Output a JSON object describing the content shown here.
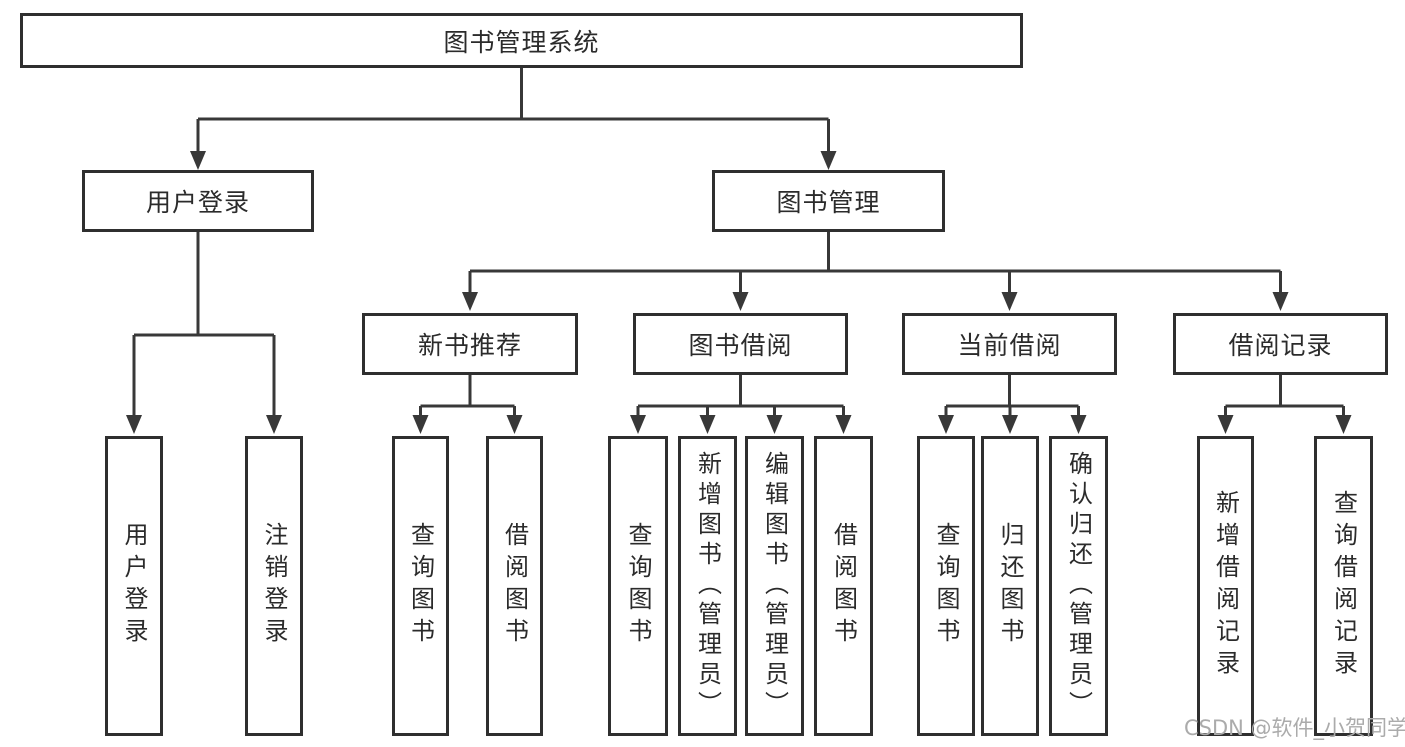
{
  "tree": {
    "root": {
      "label": "图书管理系统",
      "children": [
        {
          "label": "用户登录",
          "children": [
            {
              "label": "用户登录"
            },
            {
              "label": "注销登录"
            }
          ]
        },
        {
          "label": "图书管理",
          "children": [
            {
              "label": "新书推荐",
              "children": [
                {
                  "label": "查询图书"
                },
                {
                  "label": "借阅图书"
                }
              ]
            },
            {
              "label": "图书借阅",
              "children": [
                {
                  "label": "查询图书"
                },
                {
                  "label": "新增图书（管理员）"
                },
                {
                  "label": "编辑图书（管理员）"
                },
                {
                  "label": "借阅图书"
                }
              ]
            },
            {
              "label": "当前借阅",
              "children": [
                {
                  "label": "查询图书"
                },
                {
                  "label": "归还图书"
                },
                {
                  "label": "确认归还（管理员）"
                }
              ]
            },
            {
              "label": "借阅记录",
              "children": [
                {
                  "label": "新增借阅记录"
                },
                {
                  "label": "查询借阅记录"
                }
              ]
            }
          ]
        }
      ]
    }
  },
  "watermark": "CSDN @软件_小贺同学",
  "colors": {
    "line": "#383838",
    "box_border": "#2f2f2f",
    "text": "#2b2b2b",
    "watermark": "#ababab",
    "background": "#ffffff"
  }
}
